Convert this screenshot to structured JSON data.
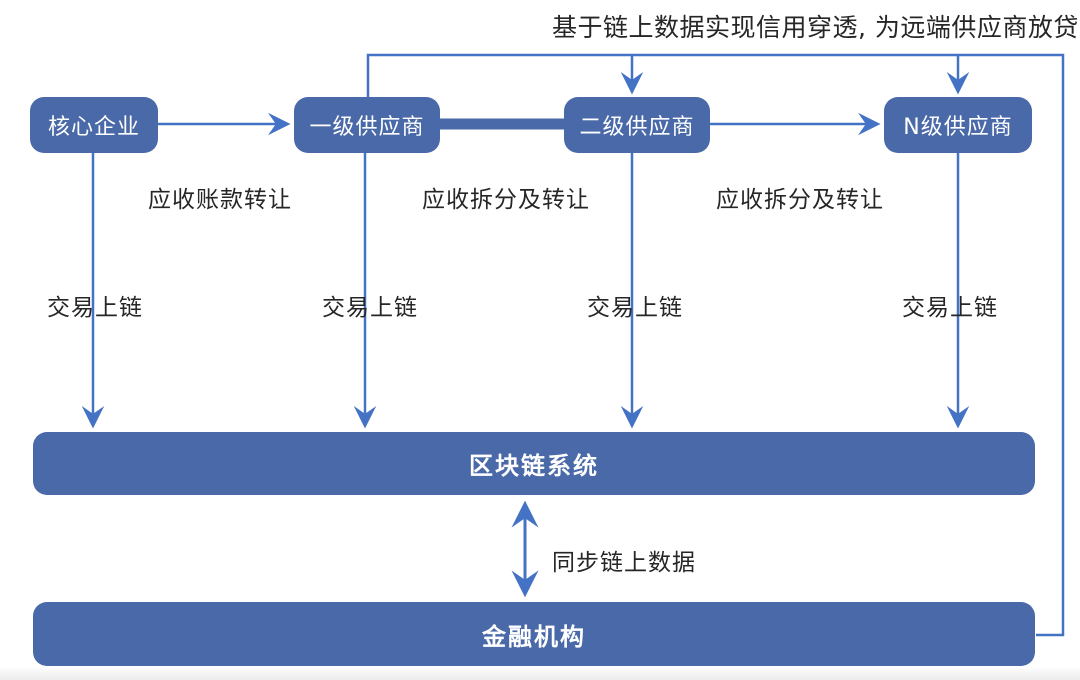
{
  "caption": "基于链上数据实现信用穿透, 为远端供应商放贷",
  "nodes": [
    {
      "id": "core-enterprise",
      "label": "核心企业"
    },
    {
      "id": "tier1-supplier",
      "label": "一级供应商"
    },
    {
      "id": "tier2-supplier",
      "label": "二级供应商"
    },
    {
      "id": "tierN-supplier",
      "label": "N级供应商"
    }
  ],
  "edge_labels": {
    "receivable_transfer": "应收账款转让",
    "split_transfer_1": "应收拆分及转让",
    "split_transfer_2": "应收拆分及转让",
    "onchain": [
      "交易上链",
      "交易上链",
      "交易上链",
      "交易上链"
    ],
    "sync": "同步链上数据"
  },
  "bars": {
    "blockchain": "区块链系统",
    "finance": "金融机构"
  },
  "colors": {
    "node_fill": "#4a69a8",
    "line": "#4472c4",
    "text_dark": "#262626",
    "text_light": "#ffffff"
  }
}
